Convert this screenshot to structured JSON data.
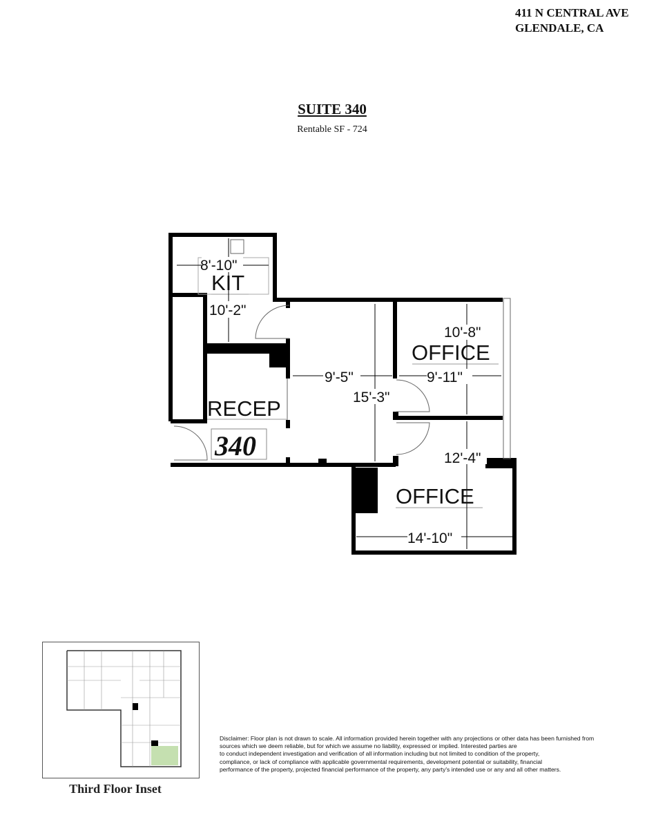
{
  "header": {
    "address_line1": "411 N CENTRAL AVE",
    "address_line2": "GLENDALE, CA"
  },
  "suite": {
    "title": "SUITE 340",
    "rentable": "Rentable SF - 724"
  },
  "plan": {
    "suite_number": "340",
    "rooms": {
      "kitchen": "KIT",
      "reception": "RECEP",
      "office_upper": "OFFICE",
      "office_lower": "OFFICE"
    },
    "dimensions": {
      "kit_width": "8'-10\"",
      "kit_depth": "10'-2\"",
      "open_width": "9'-5\"",
      "open_depth": "15'-3\"",
      "office_upper_depth": "10'-8\"",
      "office_upper_width": "9'-11\"",
      "office_lower_depth": "12'-4\"",
      "office_lower_width": "14'-10\""
    }
  },
  "inset": {
    "caption": "Third Floor Inset",
    "highlight_color": "#c5e0b0"
  },
  "disclaimer": "Disclaimer: Floor plan is not drawn to scale. All information provided herein together with any projections or other data has been furnished from sources which we deem reliable, but for which we assume no liability, expressed or implied.  Interested parties are\n to conduct independent investigation and verification of all information including but not limited to condition of the property,\ncompliance, or lack of compliance with applicable governmental requirements, development potential or suitability, financial\nperformance of the property, projected financial performance of the property, any party's intended use or any and all other matters."
}
